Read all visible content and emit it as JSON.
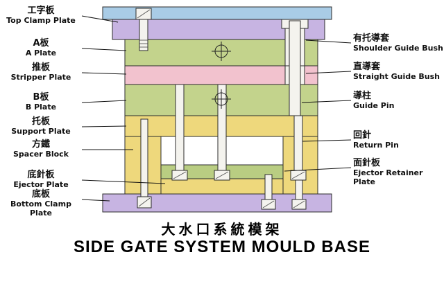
{
  "diagram": {
    "title_zh": "大水口系統模架",
    "title_en": "SIDE GATE SYSTEM MOULD BASE",
    "labels_left": [
      {
        "zh": "工字板",
        "en": "Top Clamp Plate"
      },
      {
        "zh": "A板",
        "en": "A Plate"
      },
      {
        "zh": "推板",
        "en": "Stripper Plate"
      },
      {
        "zh": "B板",
        "en": "B Plate"
      },
      {
        "zh": "托板",
        "en": "Support Plate"
      },
      {
        "zh": "方鐵",
        "en": "Spacer Block"
      },
      {
        "zh": "底針板",
        "en": "Ejector Plate"
      },
      {
        "zh": "底板",
        "en": "Bottom Clamp Plate"
      }
    ],
    "labels_right": [
      {
        "zh": "有托導套",
        "en": "Shoulder Guide Bush"
      },
      {
        "zh": "直導套",
        "en": "Straight Guide Bush"
      },
      {
        "zh": "導柱",
        "en": "Guide Pin"
      },
      {
        "zh": "回針",
        "en": "Return Pin"
      },
      {
        "zh": "面針板",
        "en": "Ejector Retainer Plate"
      }
    ],
    "colors": {
      "top_strip": "#a9cce6",
      "clamp_plate": "#c7b4e2",
      "ab_plate": "#c3d38c",
      "stripper_plate": "#f2c2ce",
      "support_plate": "#eed87c",
      "spacer_block": "#eed87c",
      "retainer_plate": "#b9cd82",
      "ejector_plate": "#eed87c"
    }
  }
}
